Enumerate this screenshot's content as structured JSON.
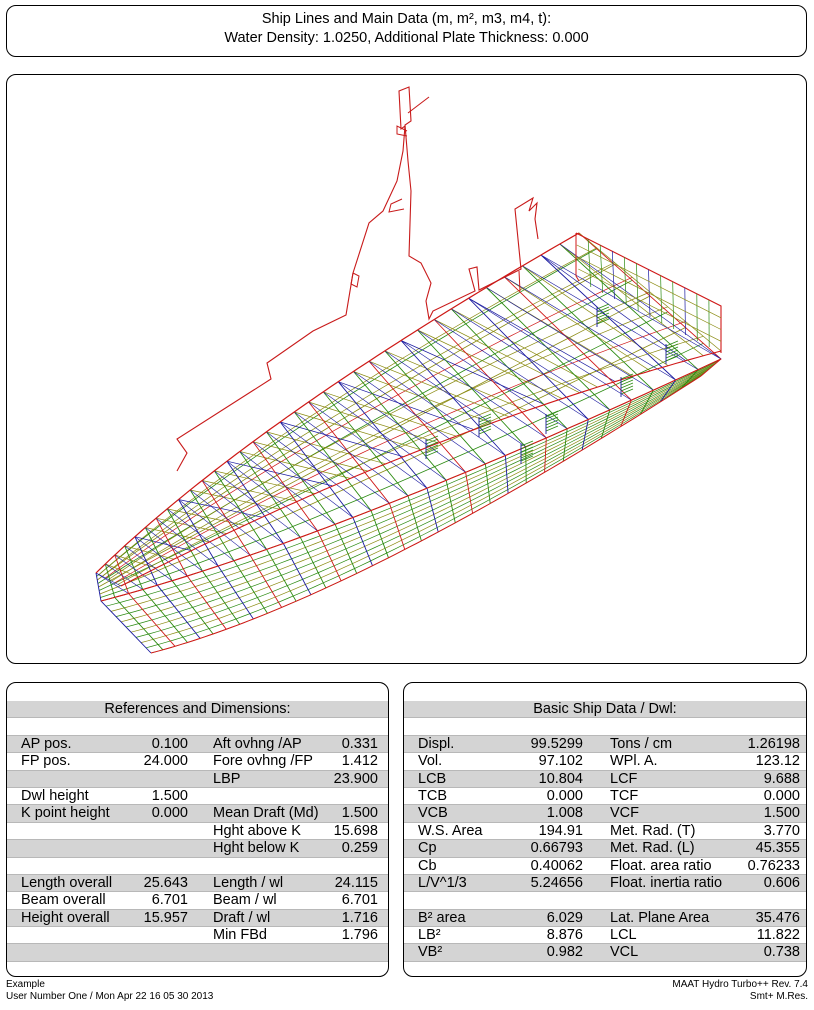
{
  "header": {
    "title_line1": "Ship Lines and Main Data (m, m², m3, m4, t):",
    "title_line2": "Water Density: 1.0250, Additional Plate Thickness: 0.000"
  },
  "drawing": {
    "description": "3D wireframe hull lines view with superstructure and mast",
    "colors": {
      "frame": "#d01818",
      "station": "#1a1aa0",
      "waterline": "#2a8a10",
      "buttock": "#8a8a10",
      "outline": "#c81a1a"
    }
  },
  "left_table": {
    "title": "References and Dimensions:",
    "rows": [
      {
        "l1": "AP pos.",
        "v1": "0.100",
        "l2": "Aft ovhng /AP",
        "v2": "0.331"
      },
      {
        "l1": "FP pos.",
        "v1": "24.000",
        "l2": "Fore ovhng /FP",
        "v2": "1.412"
      },
      {
        "l1": "",
        "v1": "",
        "l2": "LBP",
        "v2": "23.900"
      },
      {
        "l1": "Dwl height",
        "v1": "1.500",
        "l2": "",
        "v2": ""
      },
      {
        "l1": "K point height",
        "v1": "0.000",
        "l2": "Mean Draft (Md)",
        "v2": "1.500"
      },
      {
        "l1": "",
        "v1": "",
        "l2": "Hght above K",
        "v2": "15.698"
      },
      {
        "l1": "",
        "v1": "",
        "l2": "Hght below K",
        "v2": "0.259"
      },
      {
        "l1": "",
        "v1": "",
        "l2": "",
        "v2": ""
      },
      {
        "l1": "Length overall",
        "v1": "25.643",
        "l2": "Length / wl",
        "v2": "24.115"
      },
      {
        "l1": "Beam overall",
        "v1": "6.701",
        "l2": "Beam / wl",
        "v2": "6.701"
      },
      {
        "l1": "Height overall",
        "v1": "15.957",
        "l2": "Draft / wl",
        "v2": "1.716"
      },
      {
        "l1": "",
        "v1": "",
        "l2": "Min FBd",
        "v2": "1.796"
      },
      {
        "l1": "",
        "v1": "",
        "l2": "",
        "v2": ""
      }
    ]
  },
  "right_table": {
    "title": "Basic Ship Data / Dwl:",
    "rows": [
      {
        "l1": "Displ.",
        "v1": "99.5299",
        "l2": "Tons / cm",
        "v2": "1.26198"
      },
      {
        "l1": "Vol.",
        "v1": "97.102",
        "l2": "WPl. A.",
        "v2": "123.12"
      },
      {
        "l1": "LCB",
        "v1": "10.804",
        "l2": "LCF",
        "v2": "9.688"
      },
      {
        "l1": "TCB",
        "v1": "0.000",
        "l2": "TCF",
        "v2": "0.000"
      },
      {
        "l1": "VCB",
        "v1": "1.008",
        "l2": "VCF",
        "v2": "1.500"
      },
      {
        "l1": "W.S. Area",
        "v1": "194.91",
        "l2": "Met. Rad. (T)",
        "v2": "3.770"
      },
      {
        "l1": "Cp",
        "v1": "0.66793",
        "l2": "Met. Rad. (L)",
        "v2": "45.355"
      },
      {
        "l1": "Cb",
        "v1": "0.40062",
        "l2": "Float. area ratio",
        "v2": "0.76233"
      },
      {
        "l1": "L/V^1/3",
        "v1": "5.24656",
        "l2": "Float. inertia ratio",
        "v2": "0.606"
      },
      {
        "l1": "",
        "v1": "",
        "l2": "",
        "v2": ""
      },
      {
        "l1": "B² area",
        "v1": "6.029",
        "l2": "Lat. Plane Area",
        "v2": "35.476"
      },
      {
        "l1": "LB²",
        "v1": "8.876",
        "l2": "LCL",
        "v2": "11.822"
      },
      {
        "l1": "VB²",
        "v1": "0.982",
        "l2": "VCL",
        "v2": "0.738"
      }
    ]
  },
  "footer": {
    "left_line1": "Example",
    "left_line2": "User Number One / Mon Apr 22 16 05 30 2013",
    "right_line1": "MAAT Hydro Turbo++ Rev. 7.4",
    "right_line2": "Smt+ M.Res."
  }
}
